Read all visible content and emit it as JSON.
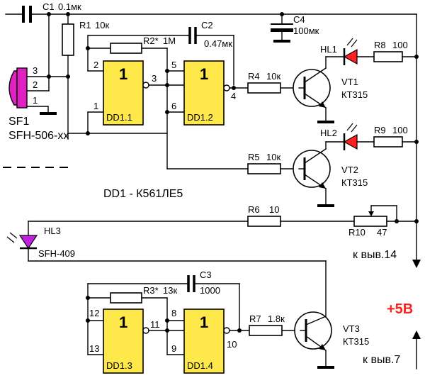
{
  "labels": {
    "c1": "C1",
    "c1_val": "0.1мк",
    "r1": "R1",
    "r1_val": "10к",
    "c2": "C2",
    "c2_val": "0.47мк",
    "r2": "R2*",
    "r2_val": "1М",
    "c4": "C4",
    "c4_val": "100мк",
    "hl1": "HL1",
    "hl2": "HL2",
    "hl3": "HL3",
    "r8": "R8",
    "r8_val": "100",
    "r9": "R9",
    "r9_val": "100",
    "r4": "R4",
    "r4_val": "10к",
    "r5": "R5",
    "r5_val": "10к",
    "vt1": "VT1",
    "vt1_type": "КТ315",
    "vt2": "VT2",
    "vt2_type": "КТ315",
    "vt3": "VT3",
    "vt3_type": "КТ315",
    "sf1": "SF1",
    "sf1_type": "SFH-506-xx",
    "dd1_title": "DD1 - К561ЛЕ5",
    "r6": "R6",
    "r6_val": "10",
    "r10": "R10",
    "r10_val": "47",
    "hl3_type": "SFH-409",
    "to_pin14": "к выв.14",
    "to_pin7": "к выв.7",
    "power": "+5В",
    "r3": "R3*",
    "r3_val": "13к",
    "c3": "C3",
    "c3_val": "1000",
    "r7": "R7",
    "r7_val": "1.8к"
  },
  "gates": [
    {
      "name": "DD1.1",
      "symbol": "1"
    },
    {
      "name": "DD1.2",
      "symbol": "1"
    },
    {
      "name": "DD1.3",
      "symbol": "1"
    },
    {
      "name": "DD1.4",
      "symbol": "1"
    }
  ],
  "pins": {
    "p1": "1",
    "p2": "2",
    "p3": "3",
    "p4": "4",
    "p5": "5",
    "p6": "6",
    "p8": "8",
    "p9": "9",
    "p10": "10",
    "p11": "11",
    "p12": "12",
    "p13": "13",
    "sf_p1": "1",
    "sf_p2": "2",
    "sf_p3": "3"
  },
  "colors": {
    "gate_fill": "#ffe84a",
    "led_fill": "#ff2020",
    "ir_led_fill": "#c020e0",
    "sensor_fill": "#e020c0",
    "power_text": "#ff2020"
  }
}
